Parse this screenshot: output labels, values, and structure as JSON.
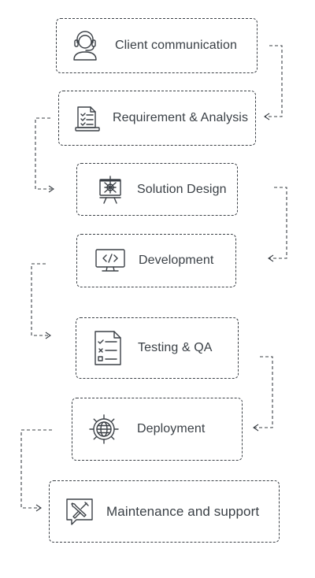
{
  "steps": [
    {
      "label": "Client communication",
      "icon": "headset-icon"
    },
    {
      "label": "Requirement & Analysis",
      "icon": "checklist-clipboard-icon"
    },
    {
      "label": "Solution Design",
      "icon": "presentation-board-icon"
    },
    {
      "label": "Development",
      "icon": "code-monitor-icon"
    },
    {
      "label": "Testing & QA",
      "icon": "test-document-icon"
    },
    {
      "label": "Deployment",
      "icon": "globe-gear-icon"
    },
    {
      "label": "Maintenance and support",
      "icon": "tools-icon"
    }
  ]
}
